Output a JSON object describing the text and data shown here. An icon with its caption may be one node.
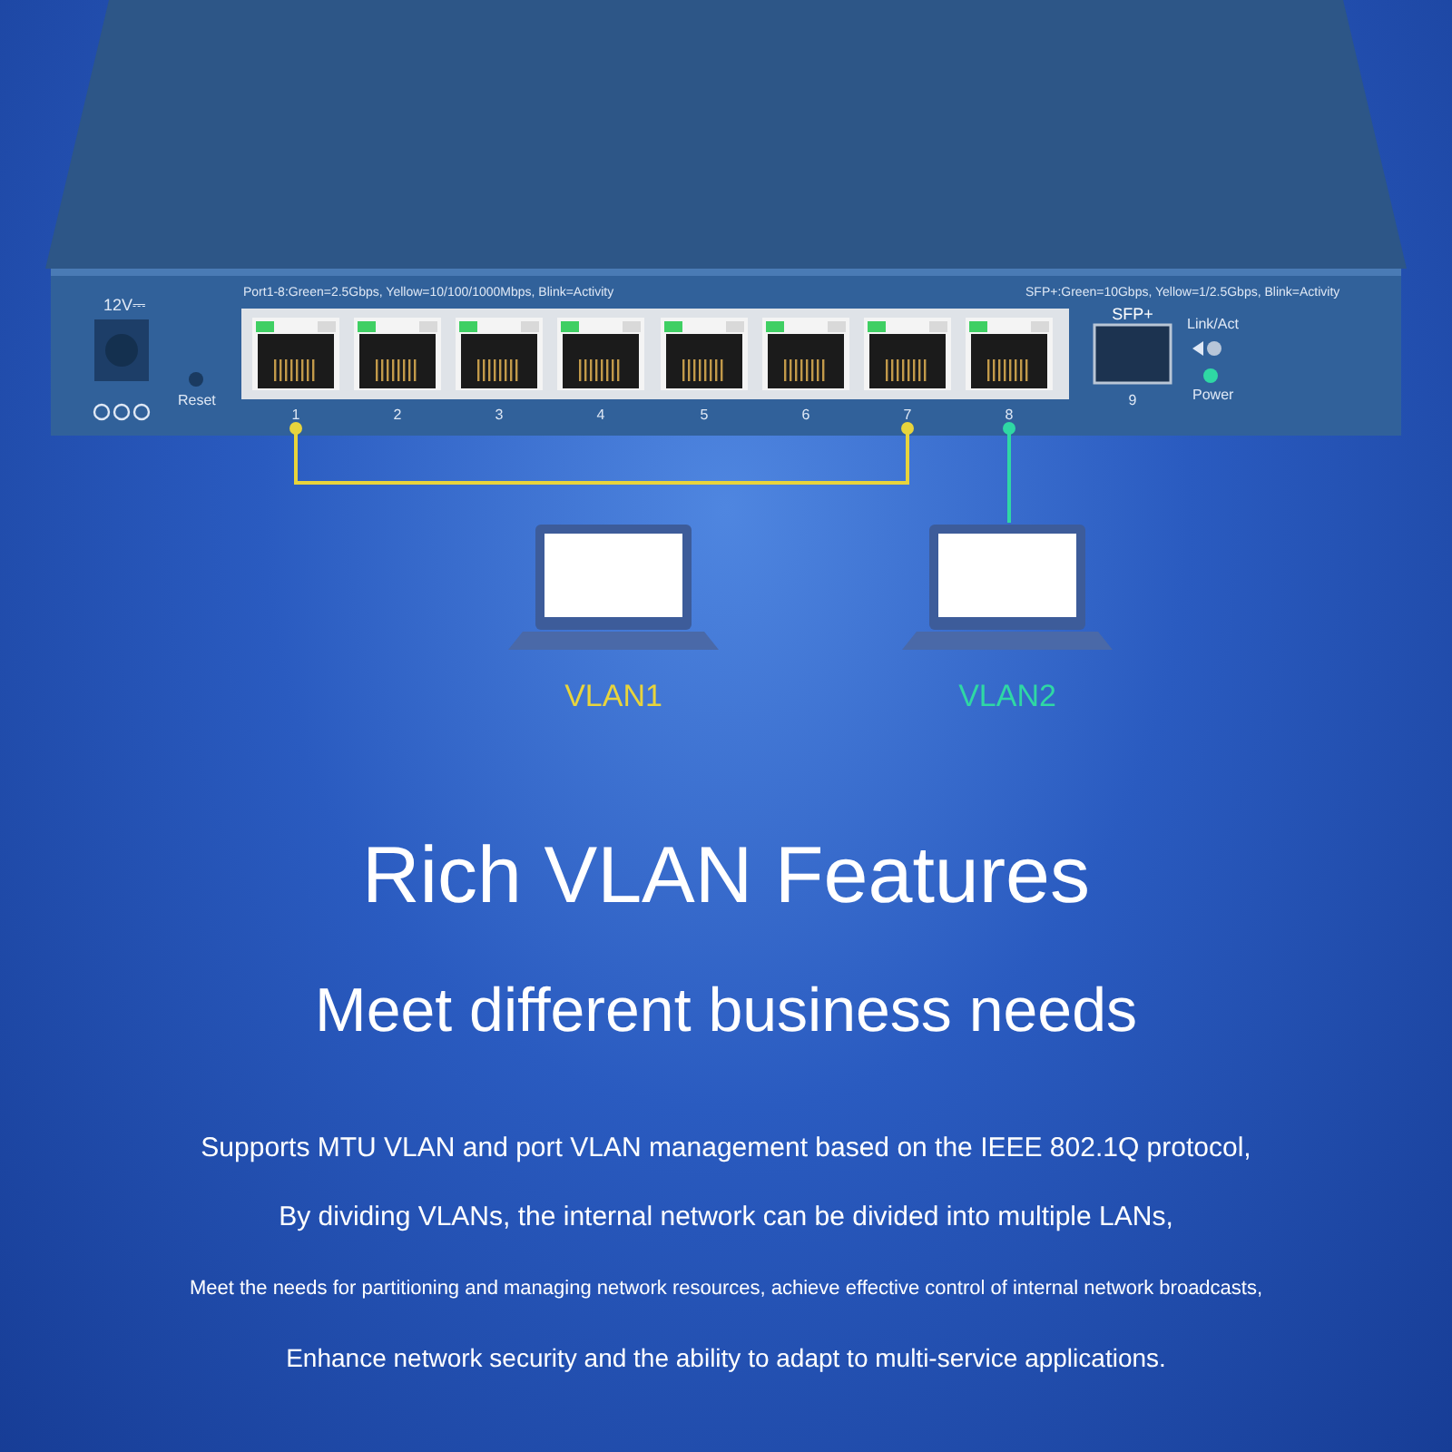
{
  "diagram": {
    "title": "Rich VLAN Features",
    "nodes": [
      {
        "text": [],
        "shape": "box",
        "beside": [
          "1"
        ]
      },
      {
        "text": [],
        "shape": "box",
        "beside": [
          "2"
        ]
      },
      {
        "text": [],
        "shape": "box",
        "beside": [
          "3"
        ]
      },
      {
        "text": [],
        "shape": "box",
        "beside": [
          "4"
        ]
      },
      {
        "text": [],
        "shape": "box",
        "beside": [
          "5"
        ]
      },
      {
        "text": [],
        "shape": "box",
        "beside": [
          "6"
        ]
      },
      {
        "text": [],
        "shape": "box",
        "beside": [
          "7"
        ]
      },
      {
        "text": [],
        "shape": "box",
        "beside": [
          "8"
        ]
      },
      {
        "text": [
          "SFP+"
        ],
        "beside": [
          "9"
        ]
      },
      {
        "text": [],
        "shape": "picture",
        "beside": [
          "VLAN1"
        ]
      },
      {
        "text": [],
        "shape": "picture",
        "beside": [
          "VLAN2"
        ]
      }
    ],
    "edges": [
      {
        "from": 0,
        "to": 6,
        "arrow": "other",
        "color": "#e8d43c"
      },
      {
        "from": 7,
        "to": 10,
        "arrow": "other",
        "color": "#2fd8a4"
      }
    ],
    "labels": [
      "12V⎓",
      "Port1-8:Green=2.5Gbps, Yellow=10/100/1000Mbps, Blink=Activity",
      "SFP+:Green=10Gbps, Yellow=1/2.5Gbps, Blink=Activity",
      "Link/Act",
      "Reset",
      "Power",
      "Meet different business needs",
      "Supports MTU VLAN and port VLAN management based on the IEEE 802.1Q protocol,",
      "By dividing VLANs, the internal network can be divided into multiple LANs,",
      "Meet the needs for partitioning and managing network resources, achieve effective control of internal network broadcasts,",
      "Enhance network security and the ability to adapt to multi-service applications."
    ]
  }
}
